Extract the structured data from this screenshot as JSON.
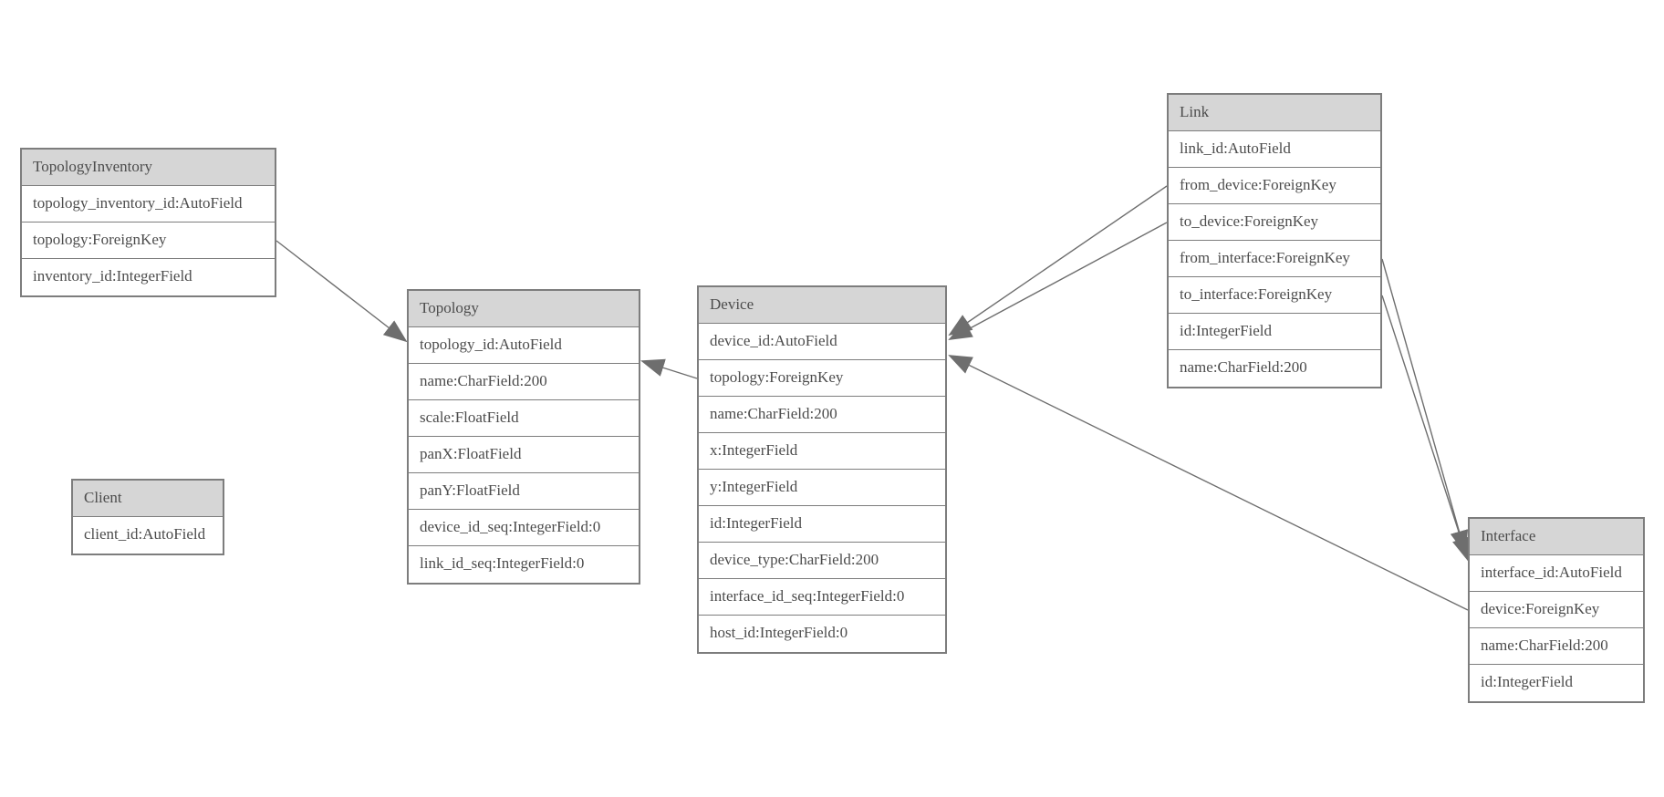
{
  "diagram": {
    "type": "entity-relationship",
    "entities": [
      {
        "name": "TopologyInventory",
        "fields": [
          "topology_inventory_id:AutoField",
          "topology:ForeignKey",
          "inventory_id:IntegerField"
        ]
      },
      {
        "name": "Topology",
        "fields": [
          "topology_id:AutoField",
          "name:CharField:200",
          "scale:FloatField",
          "panX:FloatField",
          "panY:FloatField",
          "device_id_seq:IntegerField:0",
          "link_id_seq:IntegerField:0"
        ]
      },
      {
        "name": "Client",
        "fields": [
          "client_id:AutoField"
        ]
      },
      {
        "name": "Device",
        "fields": [
          "device_id:AutoField",
          "topology:ForeignKey",
          "name:CharField:200",
          "x:IntegerField",
          "y:IntegerField",
          "id:IntegerField",
          "device_type:CharField:200",
          "interface_id_seq:IntegerField:0",
          "host_id:IntegerField:0"
        ]
      },
      {
        "name": "Link",
        "fields": [
          "link_id:AutoField",
          "from_device:ForeignKey",
          "to_device:ForeignKey",
          "from_interface:ForeignKey",
          "to_interface:ForeignKey",
          "id:IntegerField",
          "name:CharField:200"
        ]
      },
      {
        "name": "Interface",
        "fields": [
          "interface_id:AutoField",
          "device:ForeignKey",
          "name:CharField:200",
          "id:IntegerField"
        ]
      }
    ],
    "relationships": [
      {
        "from": "TopologyInventory",
        "field": "topology",
        "to": "Topology"
      },
      {
        "from": "Device",
        "field": "topology",
        "to": "Topology"
      },
      {
        "from": "Link",
        "field": "from_device",
        "to": "Device"
      },
      {
        "from": "Link",
        "field": "to_device",
        "to": "Device"
      },
      {
        "from": "Link",
        "field": "from_interface",
        "to": "Interface"
      },
      {
        "from": "Link",
        "field": "to_interface",
        "to": "Interface"
      },
      {
        "from": "Interface",
        "field": "device",
        "to": "Device"
      }
    ],
    "colors": {
      "canvas_bg": "#ffffff",
      "header_bg": "#d6d6d6",
      "row_bg": "#ffffff",
      "border": "#7d7d7d",
      "connector": "#6e6e6e",
      "text": "#4c4c4c"
    }
  }
}
